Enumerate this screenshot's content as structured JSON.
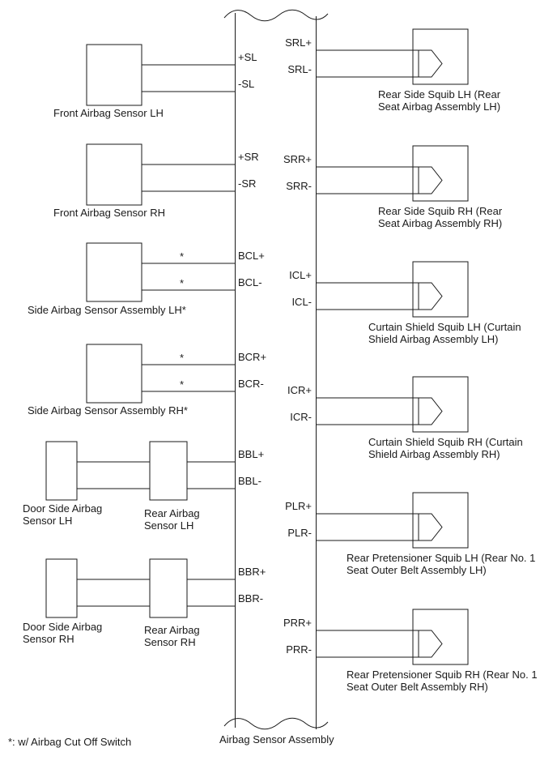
{
  "footnote": "*: w/ Airbag Cut Off Switch",
  "assembly_label": "Airbag Sensor Assembly",
  "asterisk": "*",
  "left_sensors": [
    {
      "label": "Front Airbag Sensor LH",
      "pins": [
        "+SL",
        "-SL"
      ]
    },
    {
      "label": "Front Airbag Sensor RH",
      "pins": [
        "+SR",
        "-SR"
      ]
    },
    {
      "label": "Side Airbag Sensor Assembly LH*",
      "pins": [
        "BCL+",
        "BCL-"
      ]
    },
    {
      "label": "Side Airbag Sensor Assembly RH*",
      "pins": [
        "BCR+",
        "BCR-"
      ]
    },
    {
      "door_label": "Door Side Airbag Sensor LH",
      "rear_label": "Rear Airbag Sensor LH",
      "pins": [
        "BBL+",
        "BBL-"
      ]
    },
    {
      "door_label": "Door Side Airbag Sensor RH",
      "rear_label": "Rear Airbag Sensor RH",
      "pins": [
        "BBR+",
        "BBR-"
      ]
    }
  ],
  "right_squibs": [
    {
      "label": "Rear Side Squib LH (Rear Seat Airbag Assembly LH)",
      "pins": [
        "SRL+",
        "SRL-"
      ]
    },
    {
      "label": "Rear Side Squib RH (Rear Seat Airbag Assembly RH)",
      "pins": [
        "SRR+",
        "SRR-"
      ]
    },
    {
      "label": "Curtain Shield Squib LH (Curtain Shield Airbag Assembly LH)",
      "pins": [
        "ICL+",
        "ICL-"
      ]
    },
    {
      "label": "Curtain Shield Squib RH (Curtain Shield Airbag Assembly RH)",
      "pins": [
        "ICR+",
        "ICR-"
      ]
    },
    {
      "label": "Rear Pretensioner Squib LH (Rear No. 1 Seat Outer Belt Assembly LH)",
      "pins": [
        "PLR+",
        "PLR-"
      ]
    },
    {
      "label": "Rear Pretensioner Squib RH (Rear No. 1 Seat Outer Belt Assembly RH)",
      "pins": [
        "PRR+",
        "PRR-"
      ]
    }
  ]
}
